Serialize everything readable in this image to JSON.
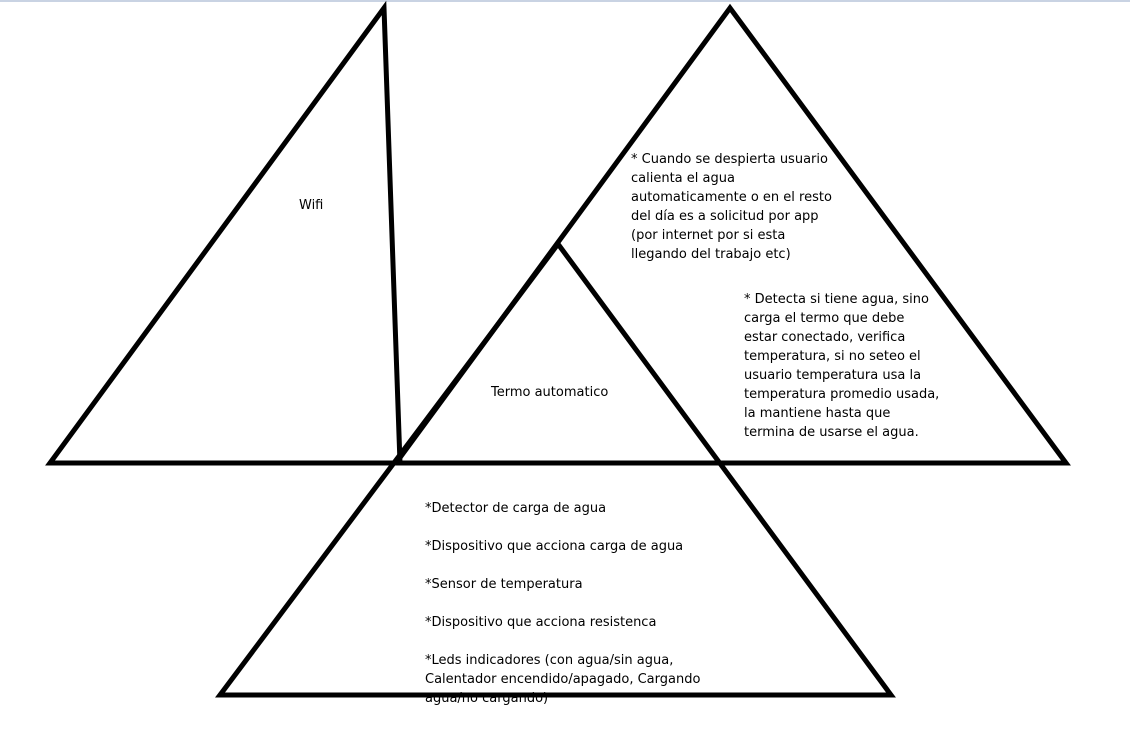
{
  "diagram": {
    "left_triangle_label": "Wifi",
    "center_label": "Termo automatico",
    "right_triangle_text_1": "* Cuando se despierta usuario\ncalienta el agua\nautomaticamente o en el resto\ndel día es a solicitud por app\n(por internet por si esta\nllegando del trabajo etc)",
    "right_triangle_text_2": "* Detecta si tiene agua, sino\ncarga el termo que debe\nestar conectado, verifica\ntemperatura, si no seteo el\nusuario temperatura usa la\ntemperatura promedio usada,\nla mantiene hasta que\ntermina de usarse el agua.",
    "bottom_triangle_items": [
      "*Detector de carga de agua",
      "*Dispositivo que acciona carga de agua",
      "*Sensor de temperatura",
      "*Dispositivo que acciona resistenca",
      "*Leds indicadores (con agua/sin agua,\nCalentador encendido/apagado, Cargando\nagua/no cargando)"
    ]
  },
  "colors": {
    "stroke": "#000000",
    "background": "#ffffff",
    "top_border": "#c9d3e3"
  }
}
